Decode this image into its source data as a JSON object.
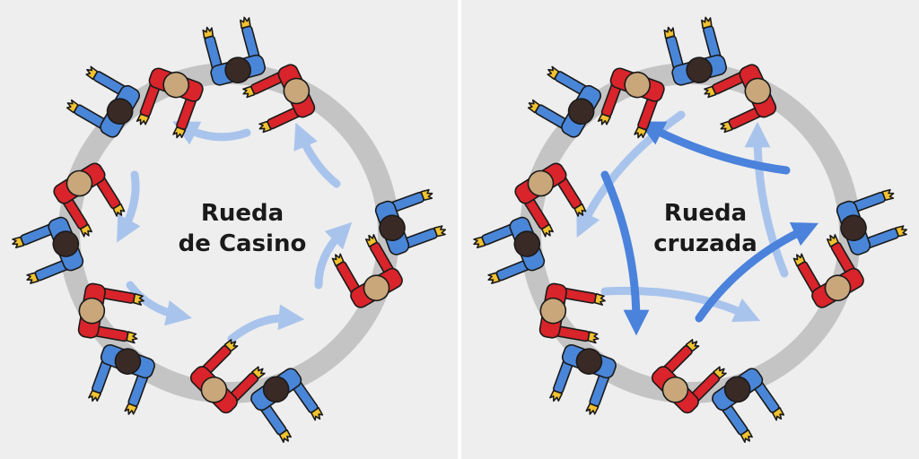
{
  "colors": {
    "background": "#eeeeee",
    "ring": "#c4c4c4",
    "leader_shirt": "#d8242a",
    "follower_shirt": "#4a86d8",
    "hair_dark": "#3a2a26",
    "hair_light": "#c9a77a",
    "hand": "#f2c230",
    "arrow_light": "#a9c4ec",
    "arrow_strong": "#4a82dc"
  },
  "panels": [
    {
      "id": "casino",
      "title_line1": "Rueda",
      "title_line2": "de Casino",
      "pattern": "circular"
    },
    {
      "id": "cruzada",
      "title_line1": "Rueda",
      "title_line2": "cruzada",
      "pattern": "crossed"
    }
  ],
  "icons": {
    "leader_dancer": "leader-dancer-icon",
    "follower_dancer": "follower-dancer-icon",
    "rotation_arrow": "rotation-arrow-icon"
  }
}
